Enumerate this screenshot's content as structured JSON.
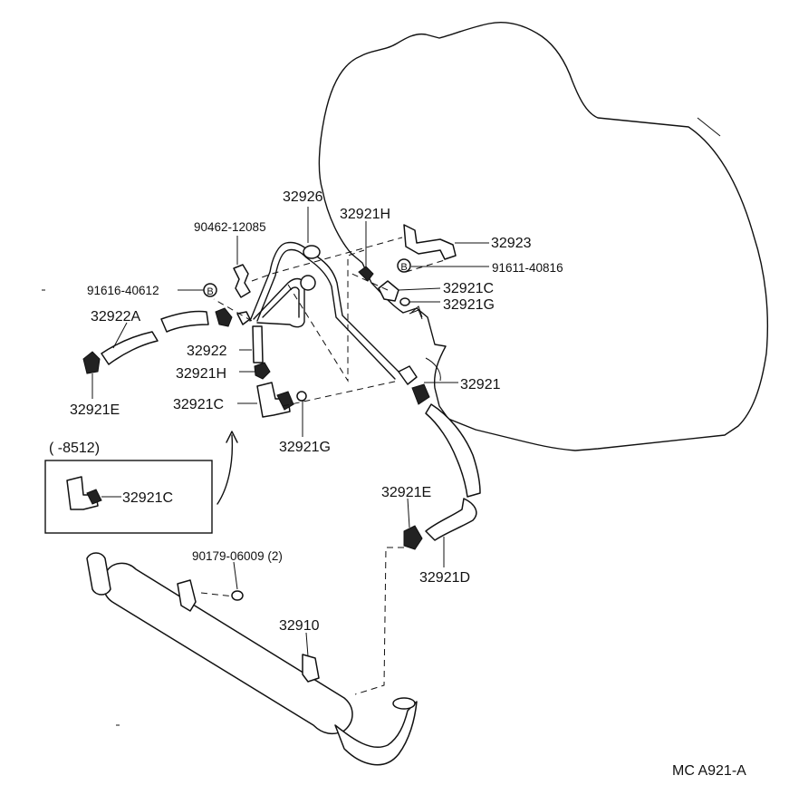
{
  "diagram_code": "MC  A921-A",
  "inset": {
    "range_label": "(      -8512)",
    "part": "32921C"
  },
  "labels": {
    "p32926": "32926",
    "p90462": "90462-12085",
    "p32921H_top": "32921H",
    "p32923": "32923",
    "p91611": "91611-40816",
    "p91616": "91616-40612",
    "p32921C_right": "32921C",
    "p32921G_right": "32921G",
    "p32922A": "32922A",
    "p32922": "32922",
    "p32921H_left": "32921H",
    "p32921": "32921",
    "p32921C_left": "32921C",
    "p32921G_low": "32921G",
    "p32921E_left": "32921E",
    "p32921E_right": "32921E",
    "p90179": "90179-06009 (2)",
    "p32921D": "32921D",
    "p32910": "32910",
    "mark_B": "B"
  }
}
